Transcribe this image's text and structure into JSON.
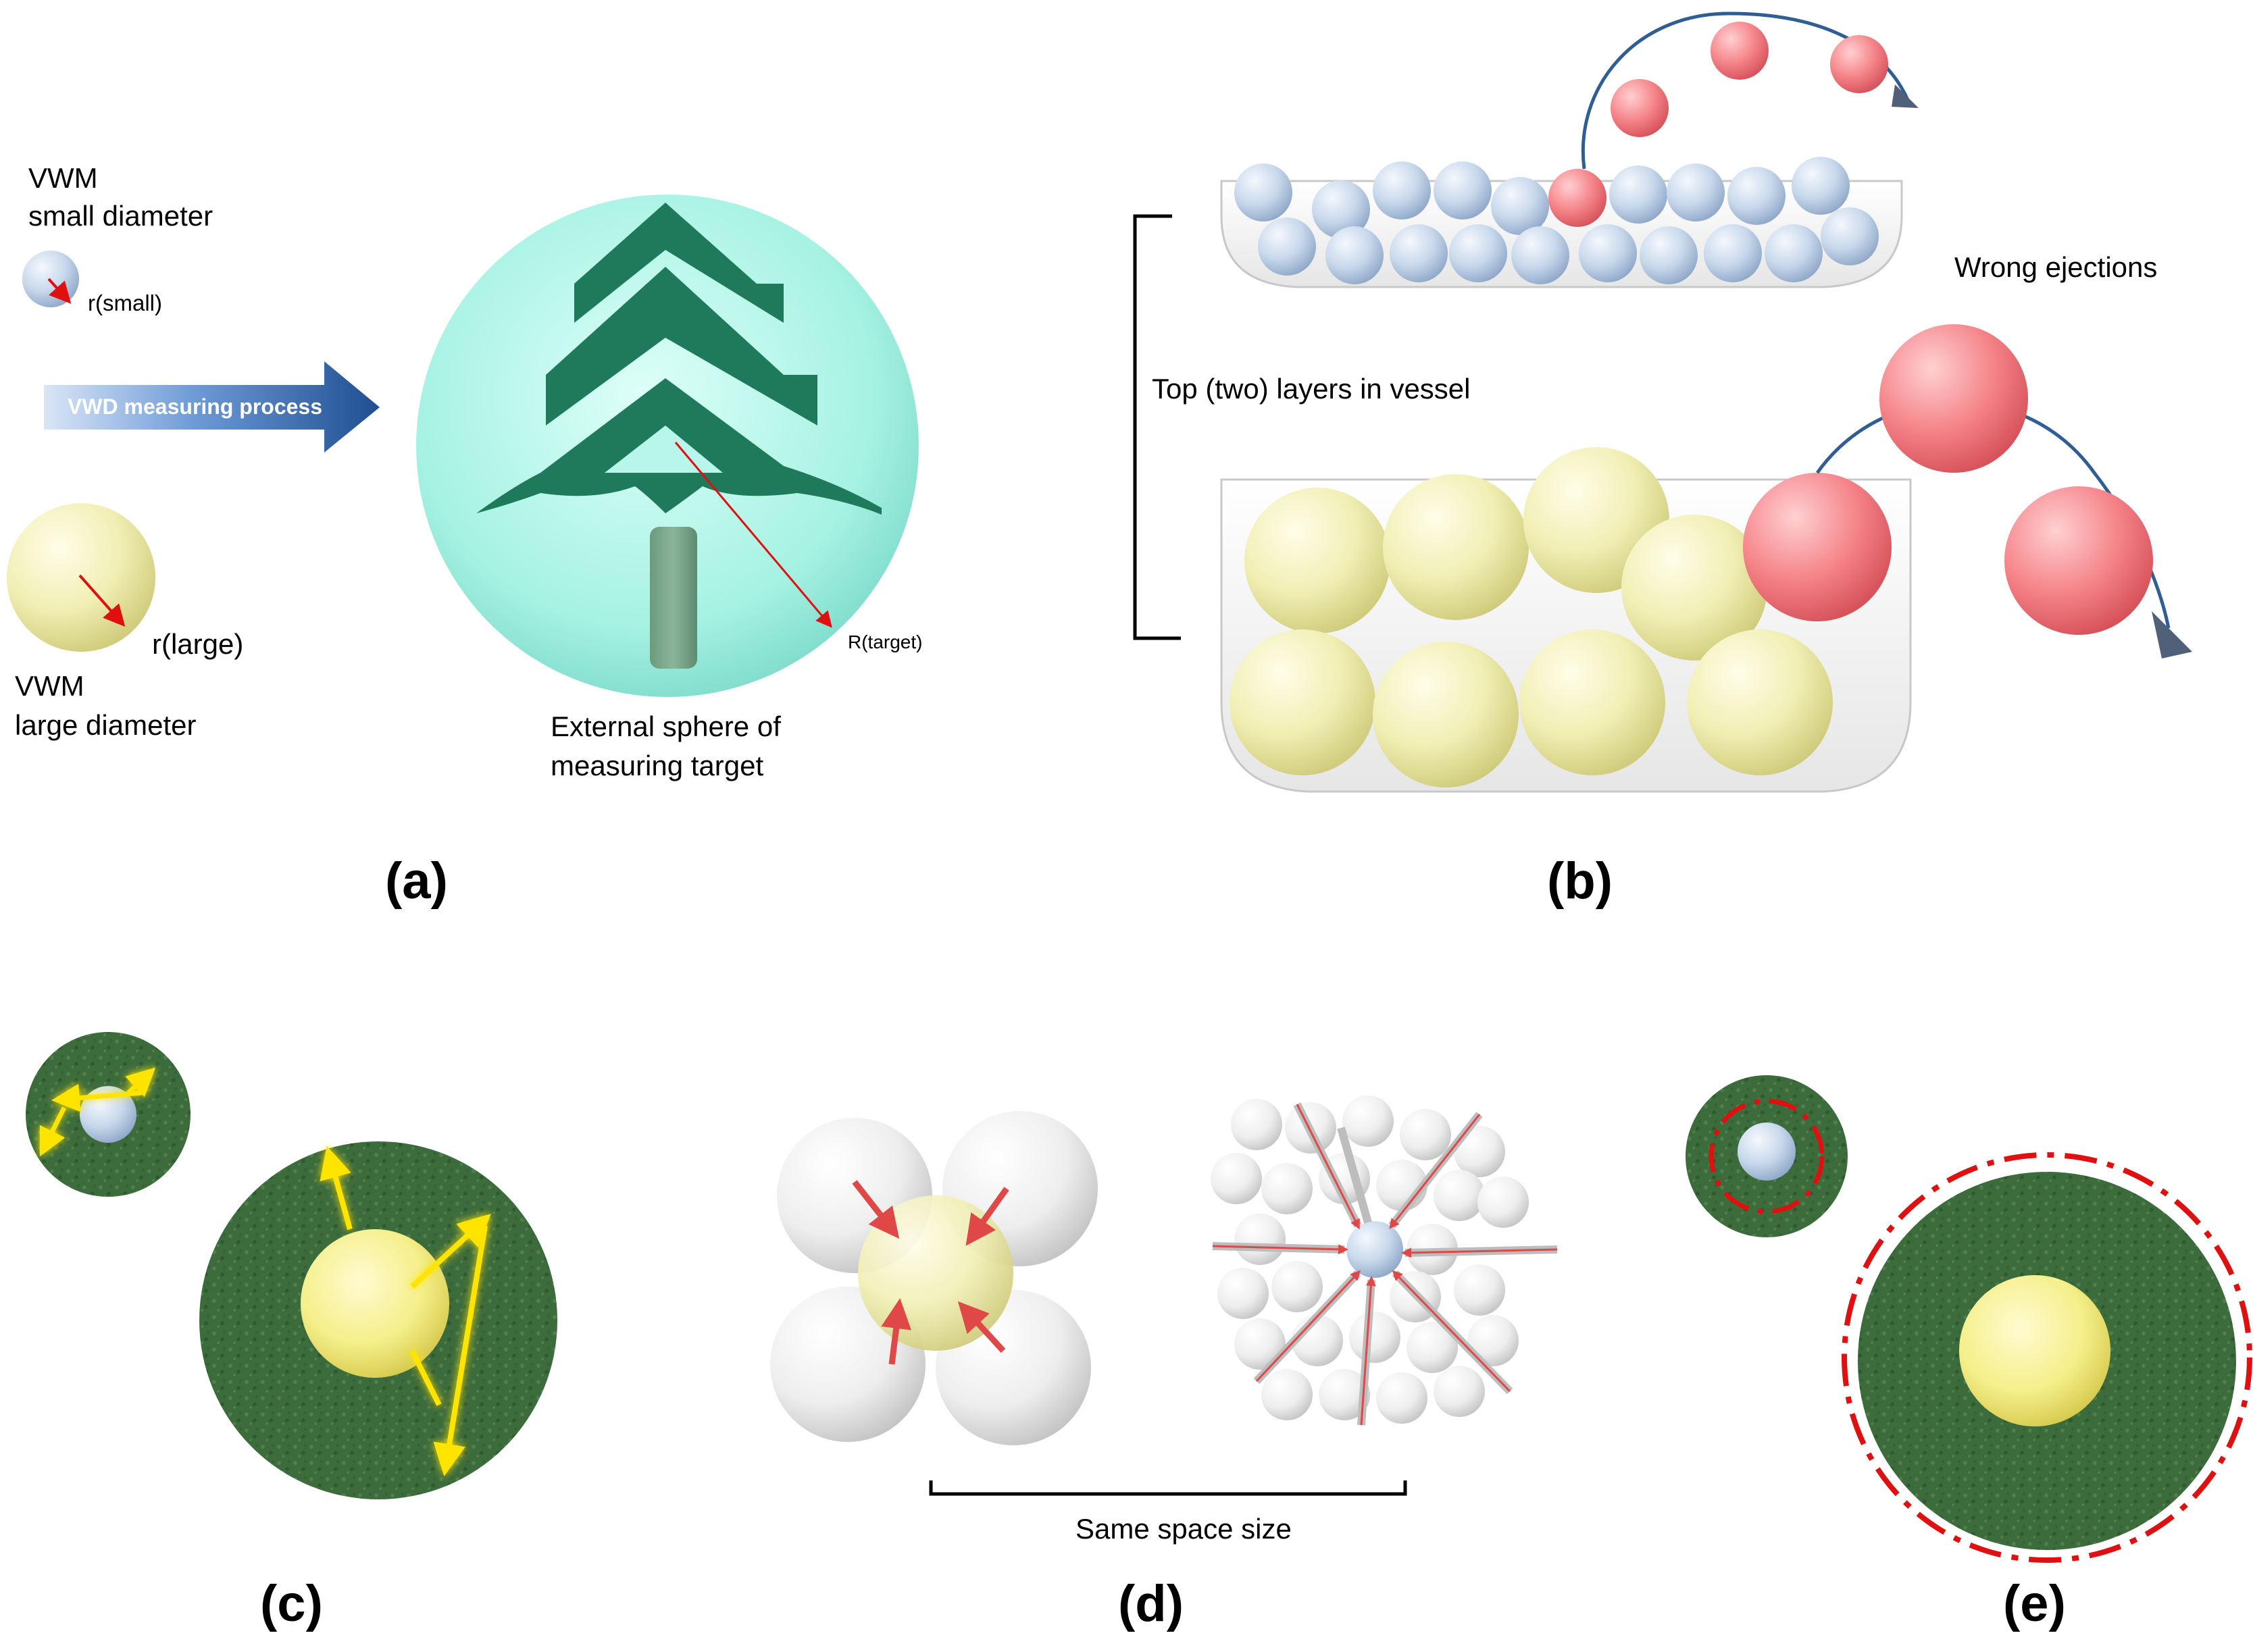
{
  "panel_a": {
    "small_label_1": "VWM",
    "small_label_2": "small diameter",
    "r_small": "r(small)",
    "arrow_text": "VWD measuring process",
    "r_large": "r(large)",
    "large_label_1": "VWM",
    "large_label_2": "large diameter",
    "r_target": "R(target)",
    "target_label_1": "External sphere of",
    "target_label_2": "measuring target",
    "caption": "(a)"
  },
  "panel_b": {
    "layers_label": "Top (two) layers in vessel",
    "ejections_label": "Wrong ejections",
    "caption": "(b)"
  },
  "panel_c": {
    "caption": "(c)"
  },
  "panel_d": {
    "space_label": "Same space size",
    "caption": "(d)"
  },
  "panel_e": {
    "caption": "(e)"
  },
  "colors": {
    "small_ball": "#c8d8ec",
    "large_ball": "#f1efb4",
    "ejected_ball": "#f27a7f",
    "target_sphere": "#9ff0e1",
    "tree": "#1e7a5a",
    "grass": "#3a6b3a",
    "yellow_arrow": "#ffe400",
    "red_dash": "#e01010",
    "process_arrow": "#2f6eb8"
  }
}
